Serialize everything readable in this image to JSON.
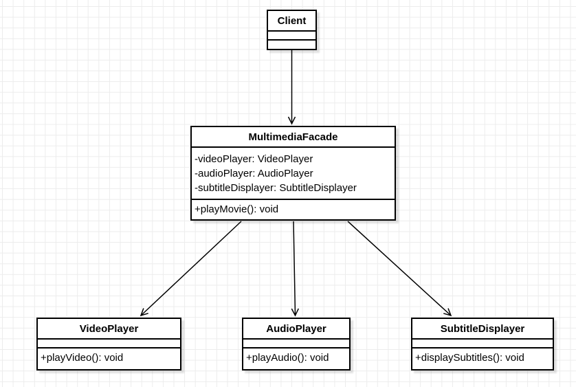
{
  "colors": {
    "stroke": "#000000",
    "fill": "#ffffff",
    "text": "#000000",
    "grid": "#ececec",
    "background": "#ffffff"
  },
  "classes": {
    "client": {
      "name": "Client",
      "attributes": [],
      "methods": []
    },
    "facade": {
      "name": "MultimediaFacade",
      "attributes": [
        "-videoPlayer: VideoPlayer",
        "-audioPlayer: AudioPlayer",
        "-subtitleDisplayer: SubtitleDisplayer"
      ],
      "methods": [
        "+playMovie(): void"
      ]
    },
    "video": {
      "name": "VideoPlayer",
      "attributes": [],
      "methods": [
        "+playVideo(): void"
      ]
    },
    "audio": {
      "name": "AudioPlayer",
      "attributes": [],
      "methods": [
        "+playAudio(): void"
      ]
    },
    "subtitle": {
      "name": "SubtitleDisplayer",
      "attributes": [],
      "methods": [
        "+displaySubtitles(): void"
      ]
    }
  },
  "edges": [
    {
      "from": "Client",
      "to": "MultimediaFacade",
      "style": "open-arrow"
    },
    {
      "from": "MultimediaFacade",
      "to": "VideoPlayer",
      "style": "open-arrow"
    },
    {
      "from": "MultimediaFacade",
      "to": "AudioPlayer",
      "style": "open-arrow"
    },
    {
      "from": "MultimediaFacade",
      "to": "SubtitleDisplayer",
      "style": "open-arrow"
    }
  ]
}
